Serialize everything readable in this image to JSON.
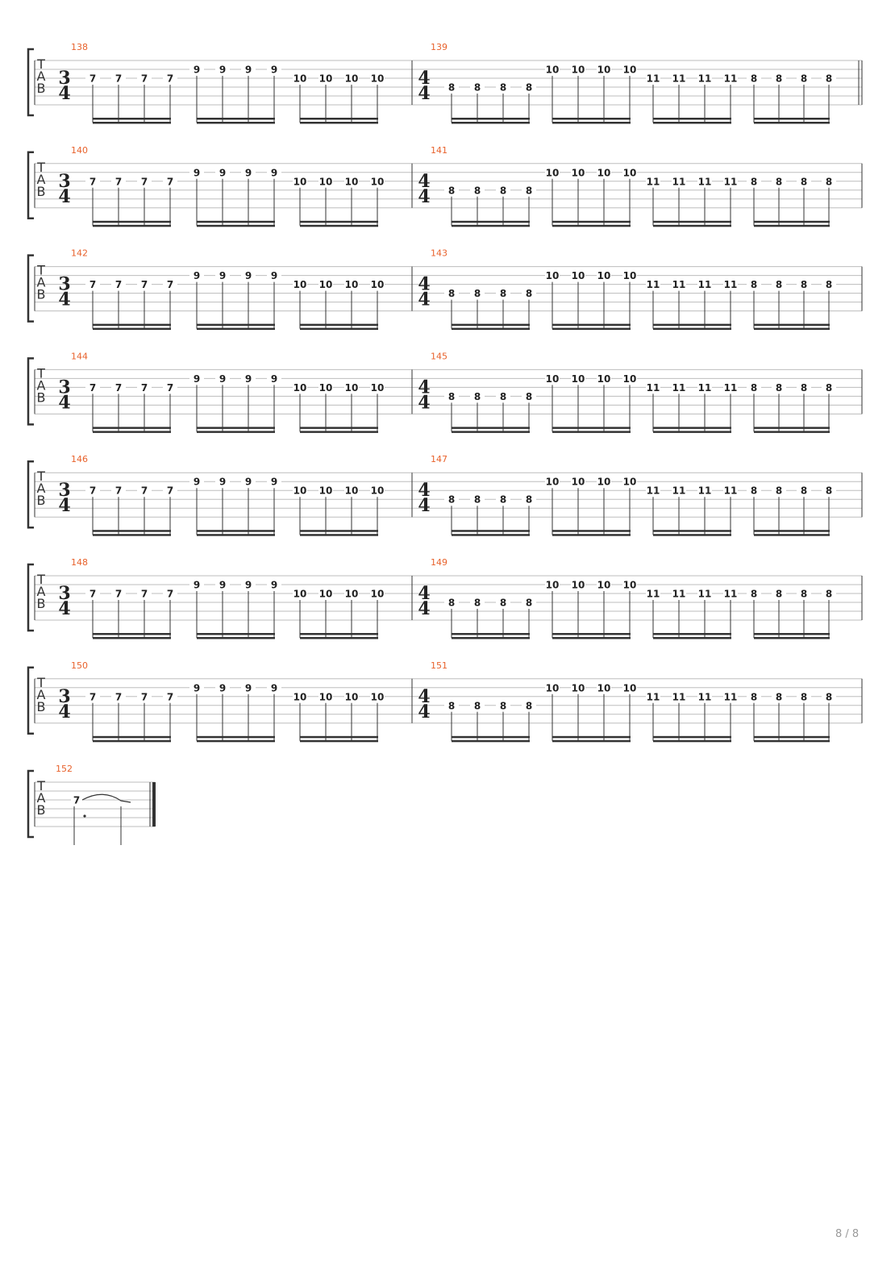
{
  "page": {
    "page_number": "8 / 8"
  },
  "tab_clef": [
    "T",
    "A",
    "B"
  ],
  "time_signatures": {
    "three_four": {
      "top": "3",
      "bottom": "4"
    },
    "four_four": {
      "top": "4",
      "bottom": "4"
    }
  },
  "colors": {
    "measure_number": "#e8622c",
    "ink": "#333333",
    "staff_line": "#bdbdbd"
  },
  "systems": [
    {
      "m1": "138",
      "m2": "139"
    },
    {
      "m1": "140",
      "m2": "141"
    },
    {
      "m1": "142",
      "m2": "143"
    },
    {
      "m1": "144",
      "m2": "145"
    },
    {
      "m1": "146",
      "m2": "147"
    },
    {
      "m1": "148",
      "m2": "149"
    },
    {
      "m1": "150",
      "m2": "151"
    }
  ],
  "bar_a": {
    "time_signature": "3/4",
    "groups": [
      {
        "fret": "7",
        "string": 3,
        "notes": 4
      },
      {
        "fret": "9",
        "string": 2,
        "notes": 4
      },
      {
        "fret": "10",
        "string": 3,
        "notes": 4
      }
    ]
  },
  "bar_b": {
    "time_signature": "4/4",
    "groups": [
      {
        "fret": "8",
        "string": 4,
        "notes": 4
      },
      {
        "fret": "10",
        "string": 2,
        "notes": 4
      },
      {
        "fret": "11",
        "string": 3,
        "notes": 4
      },
      {
        "fret": "8",
        "string": 3,
        "notes": 4
      }
    ]
  },
  "final_system": {
    "measure": "152",
    "fret": "7",
    "string": 3
  }
}
